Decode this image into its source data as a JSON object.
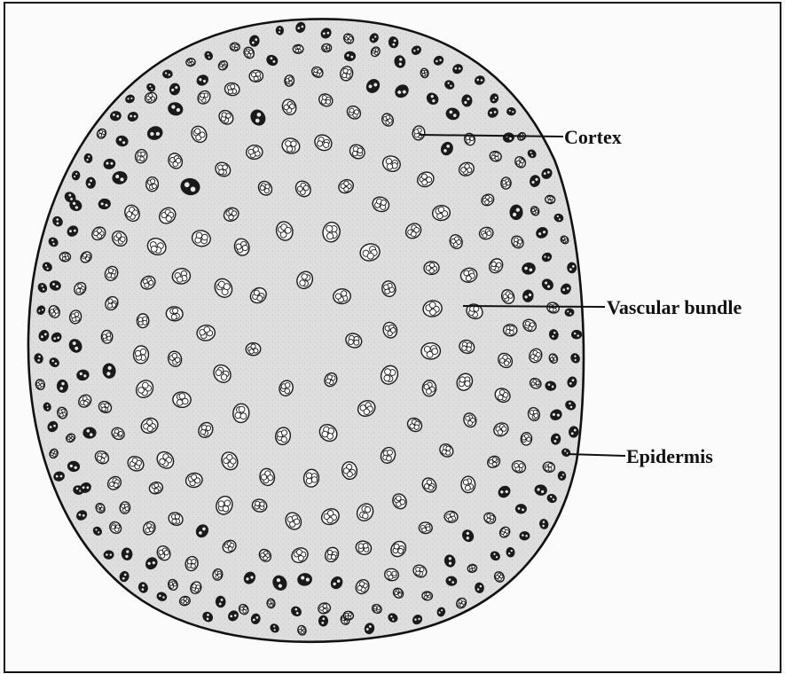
{
  "diagram": {
    "labels": {
      "cortex": "Cortex",
      "vascular_bundle": "Vascular bundle",
      "epidermis": "Epidermis"
    },
    "colors": {
      "fill": "#dcdcdc",
      "outline": "#111111",
      "ink": "#1a1a1a",
      "bundle_fill": "#f5f5f5"
    }
  }
}
